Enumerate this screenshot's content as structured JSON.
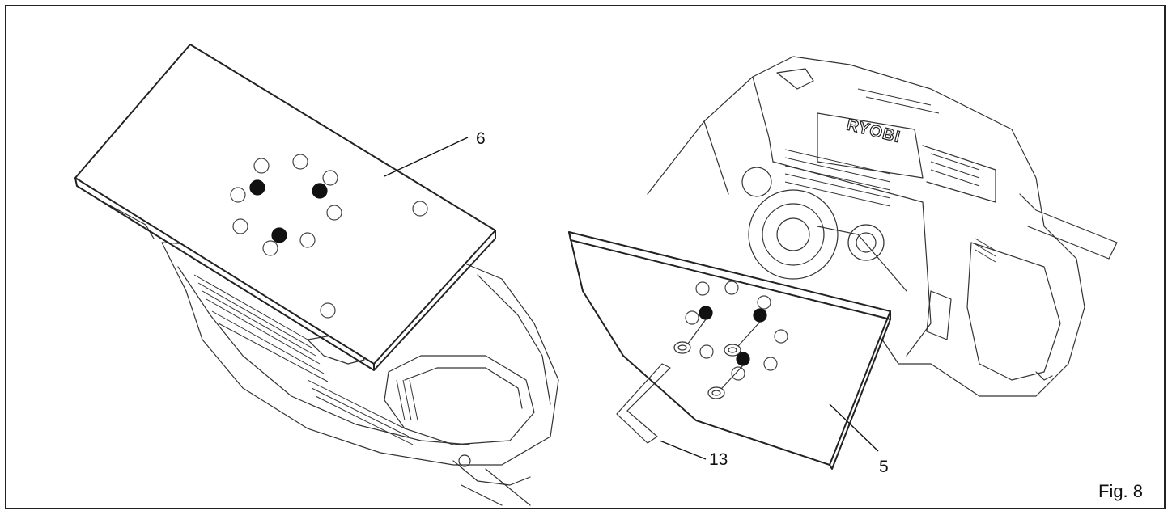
{
  "figure": {
    "label": "Fig. 8",
    "brand_text": "RYOBI",
    "callouts": {
      "pad_left": "6",
      "pad_right": "5",
      "hex_key": "13"
    }
  },
  "colors": {
    "line": "#222222",
    "background": "#ffffff"
  },
  "icons": [
    "sanding-plate",
    "sander-body",
    "hex-key",
    "screw"
  ]
}
